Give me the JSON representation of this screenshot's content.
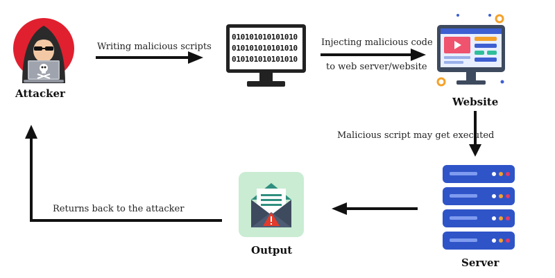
{
  "nodes": {
    "attacker": {
      "label": "Attacker"
    },
    "code": {
      "lines": [
        "010101010101010",
        "010101010101010",
        "010101010101010"
      ]
    },
    "website": {
      "label": "Website"
    },
    "server": {
      "label": "Server"
    },
    "output": {
      "label": "Output"
    }
  },
  "edges": {
    "writing": {
      "label": "Writing malicious scripts"
    },
    "injecting": {
      "line1": "Injecting malicious code",
      "line2": "to web server/website"
    },
    "executed": {
      "label": "Malicious script may get executed"
    },
    "returns": {
      "label": "Returns back to the attacker"
    }
  },
  "colors": {
    "attacker_circle": "#e0202f",
    "screen_blue": "#3d5fd1",
    "server_blue": "#2f54c8",
    "output_bg": "#c9ecd3",
    "envelope_dark": "#3e4a5e",
    "accent_orange": "#f4a12a",
    "warning_red": "#e23b2b"
  }
}
